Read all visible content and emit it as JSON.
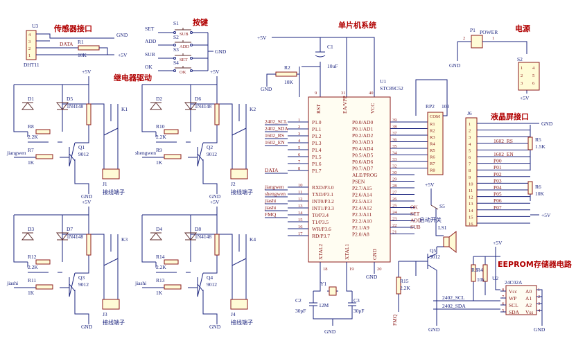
{
  "titles": {
    "sensor": "传感器接口",
    "keys": "按键",
    "mcu": "单片机系统",
    "power": "电源",
    "relay": "继电器驱动",
    "lcd": "液晶屏接口",
    "eeprom": "EEPROM存储器电路"
  },
  "power_labels": {
    "vcc": "+5V",
    "gnd": "GND"
  },
  "sensor": {
    "ref": "U3",
    "part": "DHT11",
    "pins": [
      "4",
      "3",
      "2",
      "1"
    ],
    "r_ref": "R1",
    "r_val": "10K",
    "net": "DATA"
  },
  "keys": {
    "nets": [
      "SET",
      "ADD",
      "SUB",
      "OK"
    ],
    "refs": [
      "S1",
      "S2",
      "S3",
      "S4"
    ],
    "out_nets": [
      "SUB",
      "ADD",
      "SET",
      "OK"
    ]
  },
  "mcu": {
    "ref": "U1",
    "part": "STC89C52",
    "top_pins": [
      "RST",
      "EA/VPP",
      "VCC"
    ],
    "top_nums": [
      "9",
      "31",
      "40"
    ],
    "bottom_pins": [
      "XTAL2",
      "XTAL1",
      "GND"
    ],
    "bottom_nums": [
      "18",
      "19",
      "20"
    ],
    "left_pins": [
      "P1.0",
      "P1.1",
      "P1.2",
      "P1.3",
      "P1.4",
      "P1.5",
      "P1.6",
      "P1.7",
      "RXD/P3.0",
      "TXD/P3.1",
      "INT0/P3.2",
      "INT1/P3.3",
      "T0/P3.4",
      "T1/P3.5",
      "WR/P3.6",
      "RD/P3.7"
    ],
    "left_nums": [
      "1",
      "2",
      "3",
      "4",
      "5",
      "6",
      "7",
      "8",
      "10",
      "11",
      "12",
      "13",
      "14",
      "15",
      "16",
      "17"
    ],
    "right_pins": [
      "P0.0/AD0",
      "P0.1/AD1",
      "P0.2/AD2",
      "P0.3/AD3",
      "P0.4/AD4",
      "P0.5/AD5",
      "P0.6/AD6",
      "P0.7/AD7",
      "ALE/PROG",
      "PSEN",
      "P2.7/A15",
      "P2.6/A14",
      "P2.5/A13",
      "P2.4/A12",
      "P2.3/A11",
      "P2.2/A10",
      "P2.1/A9",
      "P2.0/A8"
    ],
    "right_nums": [
      "39",
      "38",
      "37",
      "36",
      "35",
      "34",
      "33",
      "32",
      "30",
      "29",
      "28",
      "27",
      "26",
      "25",
      "24",
      "23",
      "22",
      "21"
    ],
    "left_nets": [
      "2402_SCL",
      "2402_SDA",
      "1602_RS",
      "1602_EN",
      "",
      "",
      "",
      "DATA",
      "jiangwen",
      "shengwen",
      "jiashi",
      "jiashi",
      "FMQ",
      "",
      "",
      ""
    ],
    "right_nets": [
      "",
      "",
      "",
      "",
      "",
      "",
      "",
      "",
      "",
      "",
      "",
      "",
      "",
      "OK",
      "SET",
      "ADD",
      "SUB",
      ""
    ],
    "c1": {
      "ref": "C1",
      "val": "10uF"
    },
    "r2": {
      "ref": "R2",
      "val": "10K"
    },
    "y1": {
      "ref": "Y1",
      "val": "12M"
    },
    "c2": {
      "ref": "C2",
      "val": "30pF"
    },
    "c3": {
      "ref": "C3",
      "val": "30pF"
    }
  },
  "rp2": {
    "ref": "RP2",
    "val": "103",
    "com": "COM",
    "rs": [
      "R1",
      "R2",
      "R3",
      "R4",
      "R5",
      "R6",
      "R7",
      "R8"
    ]
  },
  "power": {
    "p1": "P1",
    "p1_label": "POWER",
    "s2": "S2",
    "pins": [
      "2",
      "1"
    ],
    "s2_pins": [
      "1",
      "2",
      "3",
      "4",
      "5",
      "6"
    ]
  },
  "lcd": {
    "ref": "J6",
    "nums": [
      "1",
      "2",
      "3",
      "4",
      "5",
      "6",
      "7",
      "8",
      "9",
      "10",
      "11",
      "12",
      "13",
      "14",
      "15",
      "16"
    ],
    "nets": [
      "",
      "",
      "",
      "1602_RS",
      "",
      "1602_EN",
      "P00",
      "P01",
      "P02",
      "P03",
      "P04",
      "P05",
      "P06",
      "P07",
      "",
      ""
    ],
    "r5": {
      "ref": "R5",
      "val": "1.5K"
    },
    "r6": {
      "ref": "R6",
      "val": "10K"
    }
  },
  "relays": [
    {
      "d_led": "D1",
      "d": "D5",
      "d_part": "1N4148",
      "r_led": "R8",
      "r_led_v": "2.2K",
      "r_b": "R7",
      "r_b_v": "1K",
      "q": "Q1",
      "q_part": "9012",
      "k": "K1",
      "j": "J1",
      "net": "jiangwen",
      "jtext": "接线端子"
    },
    {
      "d_led": "D2",
      "d": "D6",
      "d_part": "1N4148",
      "r_led": "R10",
      "r_led_v": "2.2K",
      "r_b": "R9",
      "r_b_v": "1K",
      "q": "Q2",
      "q_part": "9012",
      "k": "K2",
      "j": "J2",
      "net": "shengwen",
      "jtext": "接线端子"
    },
    {
      "d_led": "D3",
      "d": "D7",
      "d_part": "1N4148",
      "r_led": "R12",
      "r_led_v": "2.2K",
      "r_b": "R11",
      "r_b_v": "1K",
      "q": "Q3",
      "q_part": "9012",
      "k": "K3",
      "j": "J3",
      "net": "jiashi",
      "jtext": "接线端子"
    },
    {
      "d_led": "D4",
      "d": "D8",
      "d_part": "1N4148",
      "r_led": "R14",
      "r_led_v": "2.2K",
      "r_b": "R13",
      "r_b_v": "1K",
      "q": "Q4",
      "q_part": "9012",
      "k": "K4",
      "j": "J4",
      "net": "jiashi",
      "jtext": "接线端子"
    }
  ],
  "buzzer": {
    "s5": "S5",
    "s5_text": "启动开关",
    "ls": "LS1",
    "q": "Q5",
    "q_part": "9012",
    "r": "R15",
    "r_val": "2.2K",
    "net": "FMQ"
  },
  "eeprom": {
    "ref": "U2",
    "part": "24C02A",
    "r3": "R3",
    "r4": "R4",
    "r_val": "10k",
    "pins_l": [
      "Vcc",
      "WP",
      "SCL",
      "SDA"
    ],
    "pins_r": [
      "A0",
      "A1",
      "A2",
      "Vss"
    ],
    "nums_l": [
      "8",
      "7",
      "6",
      "5"
    ],
    "nums_r": [
      "1",
      "2",
      "3",
      "4"
    ],
    "nets": [
      "2402_SCL",
      "2402_SDA"
    ]
  }
}
